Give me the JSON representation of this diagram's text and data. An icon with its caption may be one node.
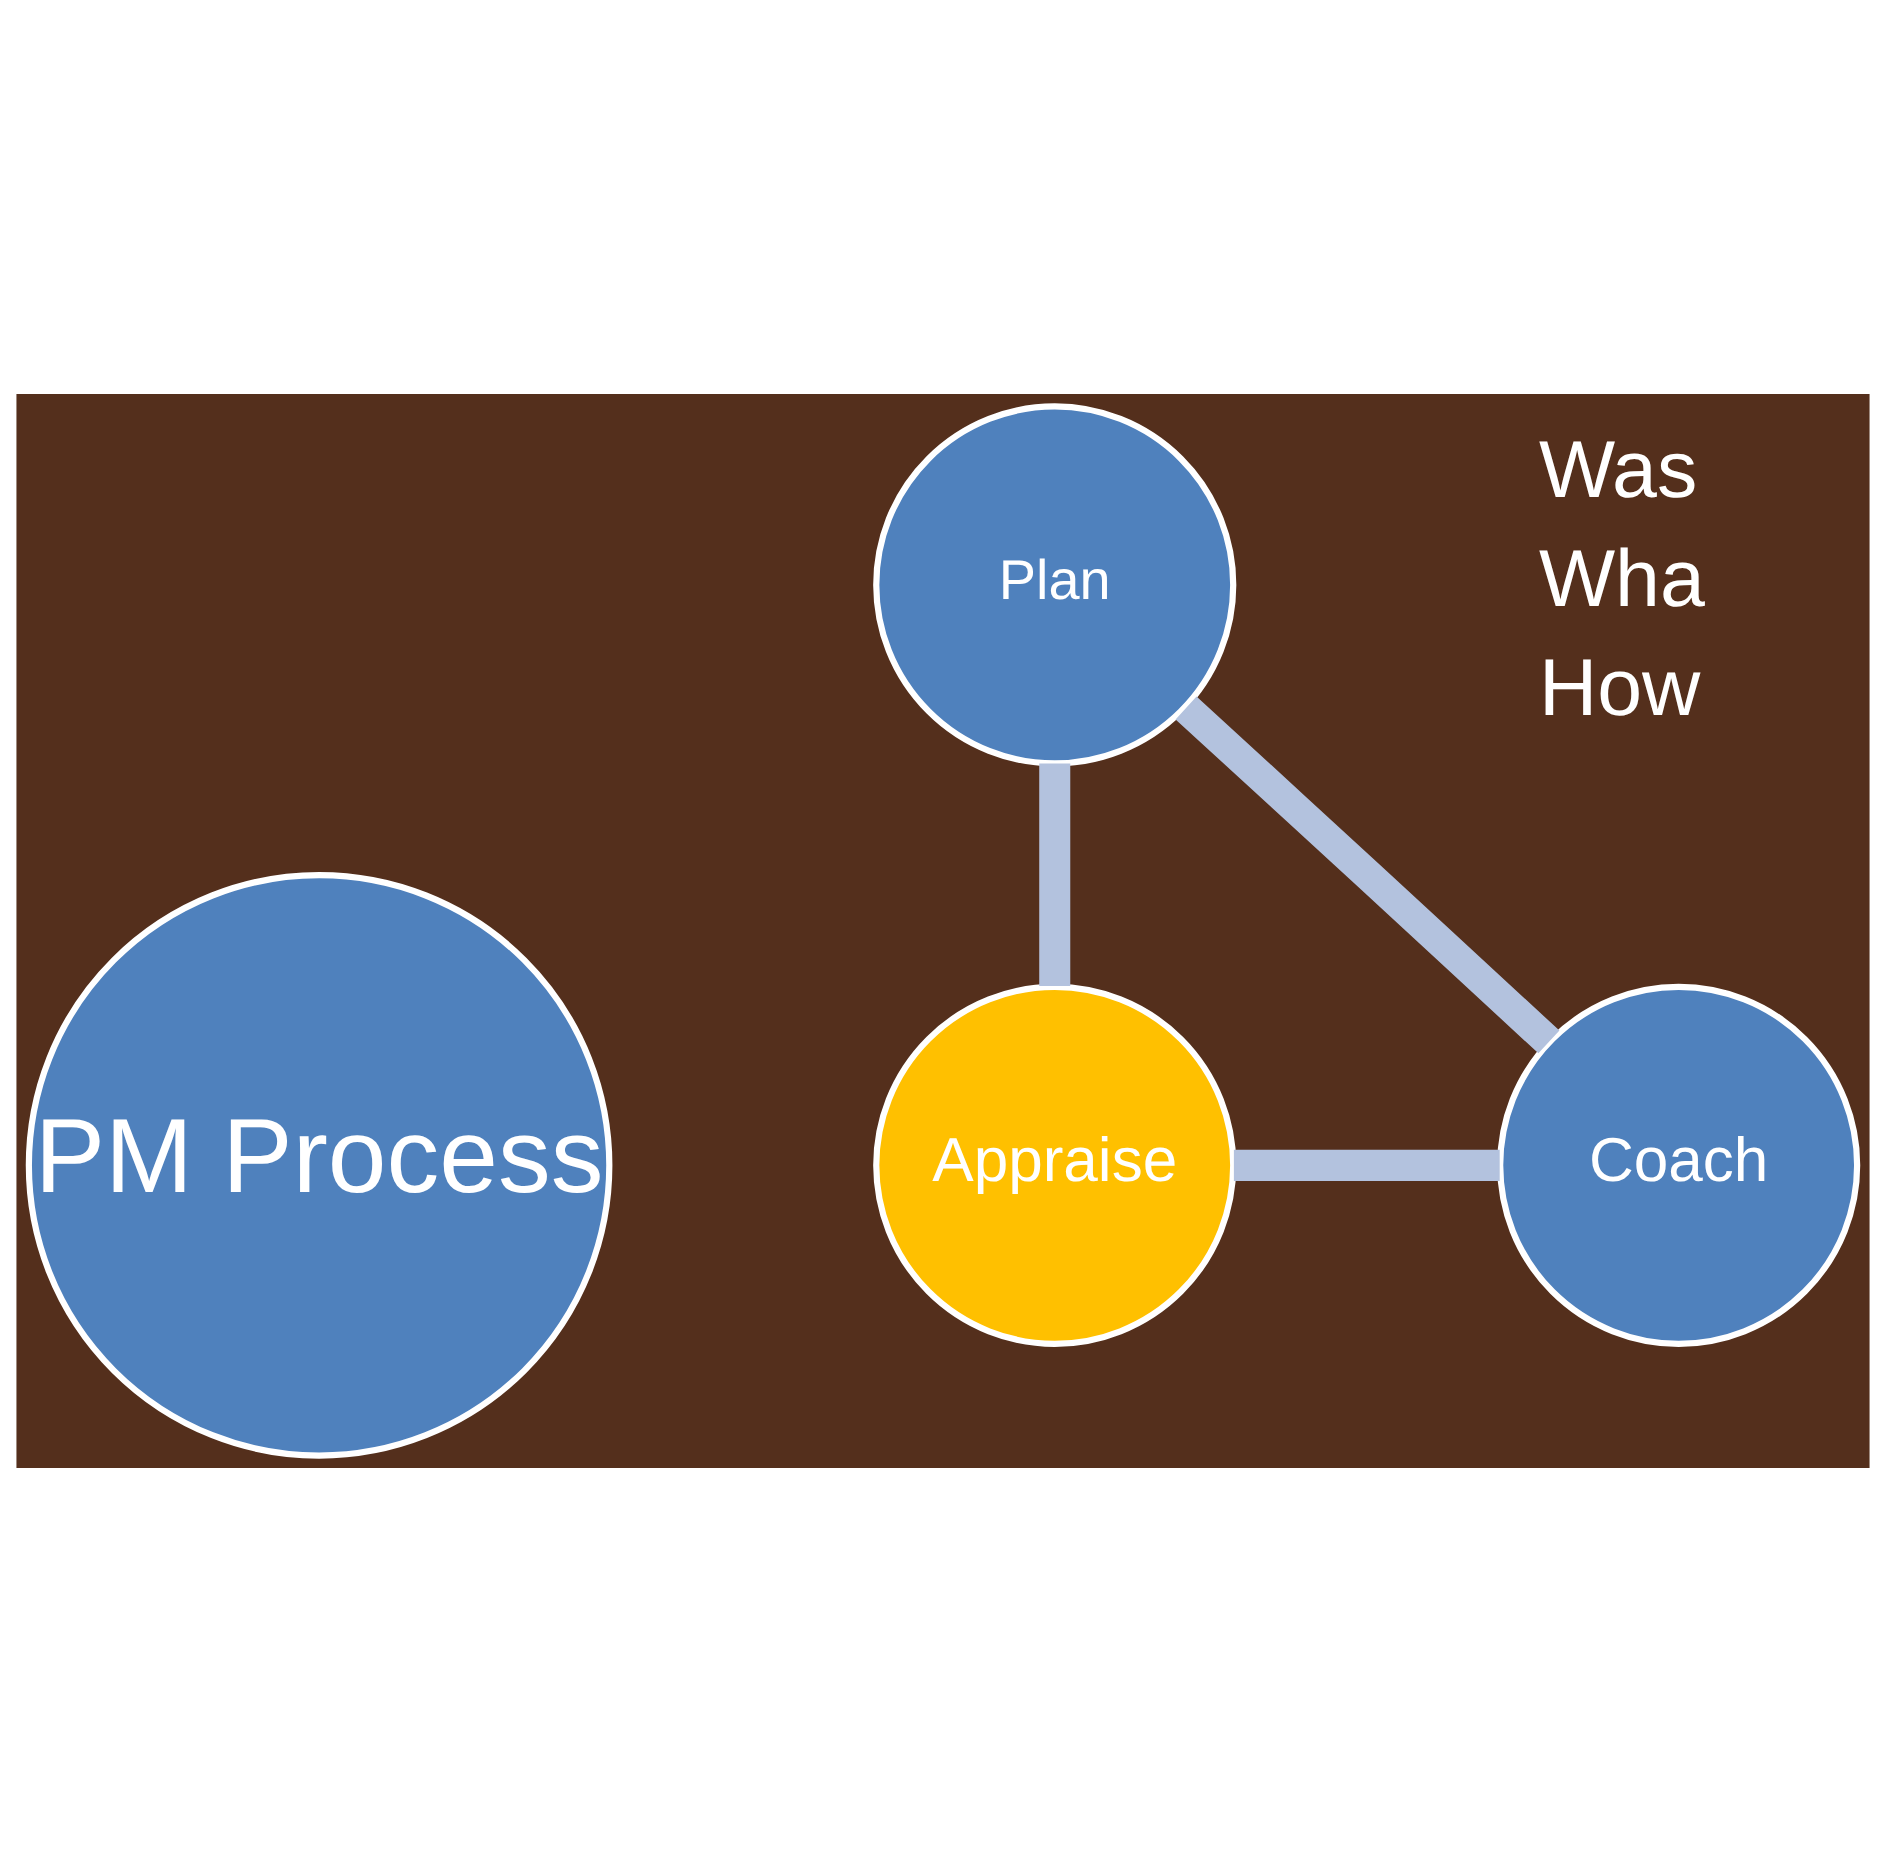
{
  "diagram": {
    "nodes": [
      {
        "text": [
          "Plan"
        ]
      },
      {
        "text": [
          "PM Process"
        ]
      },
      {
        "text": [
          "Appraise"
        ]
      },
      {
        "text": [
          "Coach"
        ]
      }
    ],
    "edges": [
      {
        "from": 0,
        "to": 3,
        "arrow": "none"
      },
      {
        "from": 3,
        "to": 2,
        "arrow": "none"
      },
      {
        "from": 2,
        "to": 0,
        "arrow": "none"
      }
    ],
    "labels": [
      "Was",
      "Wha",
      "How"
    ]
  }
}
